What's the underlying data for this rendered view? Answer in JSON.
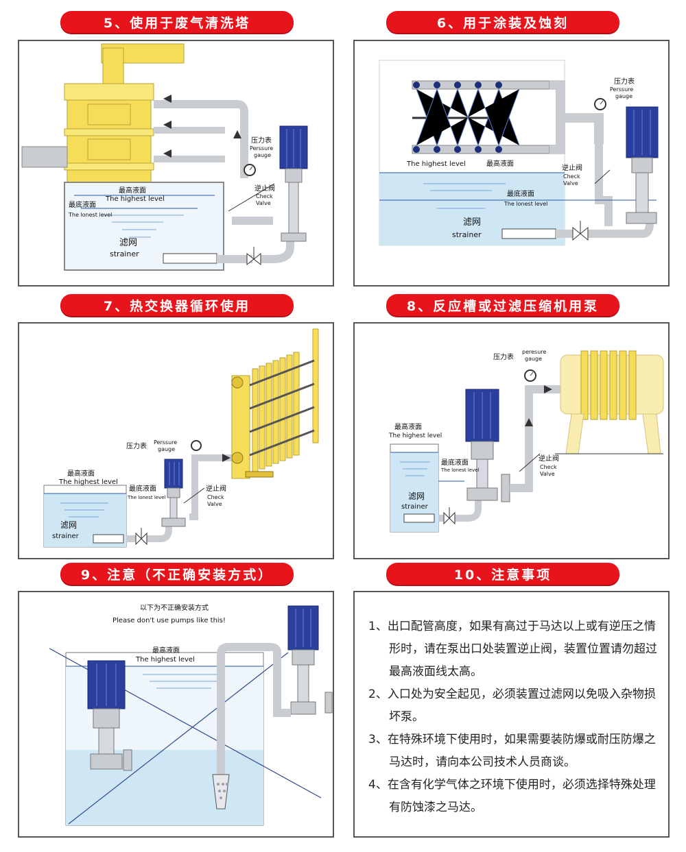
{
  "panels": {
    "p5": {
      "title": "5、使用于废气清洗塔",
      "highest_cn": "最高液面",
      "highest_en": "The highest level",
      "lowest_cn": "最底液面",
      "lowest_en": "The lonest level",
      "strainer_cn": "滤网",
      "strainer_en": "strainer",
      "gauge_cn": "压力表",
      "gauge_en1": "Perssure",
      "gauge_en2": "gauge",
      "valve_cn": "逆止阀",
      "valve_en1": "Check",
      "valve_en2": "Valve"
    },
    "p6": {
      "title": "6、用于涂装及蚀刻",
      "highest_cn": "最高液面",
      "highest_en": "The highest level",
      "lowest_cn": "最底液面",
      "lowest_en": "The lonest level",
      "strainer_cn": "滤网",
      "strainer_en": "strainer",
      "gauge_cn": "压力表",
      "gauge_en1": "Perssure",
      "gauge_en2": "gauge",
      "valve_cn": "逆止阀",
      "valve_en1": "Check",
      "valve_en2": "Valve"
    },
    "p7": {
      "title": "7、热交换器循环使用",
      "highest_cn": "最高液面",
      "highest_en": "The highest level",
      "lowest_cn": "最底液面",
      "lowest_en": "The lonest level",
      "strainer_cn": "滤网",
      "strainer_en": "strainer",
      "gauge_cn": "压力表",
      "gauge_en1": "Perssure",
      "gauge_en2": "gauge",
      "valve_cn": "逆止阀",
      "valve_en1": "Check",
      "valve_en2": "Valve"
    },
    "p8": {
      "title": "8、反应槽或过滤压缩机用泵",
      "highest_cn": "最高液面",
      "highest_en": "The highest level",
      "lowest_cn": "最底液面",
      "lowest_en": "The lonest level",
      "strainer_cn": "滤网",
      "strainer_en": "strainer",
      "gauge_cn": "压力表",
      "gauge_en1": "peresure",
      "gauge_en2": "gauge",
      "valve_cn": "逆止阀",
      "valve_en1": "Check",
      "valve_en2": "Valve"
    },
    "p9": {
      "title": "9、注意（不正确安装方式）",
      "caption_cn": "以下为不正确安装方式",
      "caption_en": "Please don't use pumps like this!",
      "highest_cn": "最高液面",
      "highest_en": "The highest level"
    },
    "p10": {
      "title": "10、注意事项",
      "notes": [
        "1、出口配管高度，如果有高过于马达以上或有逆压之情形时，请在泵出口处装置逆止阀，装置位置请勿超过最高液面线太高。",
        "2、入口处为安全起见，必须装置过滤网以免吸入杂物损坏泵。",
        "3、在特殊环境下使用时，如果需要装防爆或耐压防爆之马达时，请向本公司技术人员商谈。",
        "4、在含有化学气体之环境下使用时，必须选择特殊处理有防蚀漆之马达。"
      ]
    }
  },
  "colors": {
    "header_red": "#e8141c",
    "motor_blue": "#2a3f9e",
    "water_blue": "#cfe6f5",
    "tower_yellow": "#f5dd5a",
    "pipe_grey": "#c9ccd1"
  }
}
